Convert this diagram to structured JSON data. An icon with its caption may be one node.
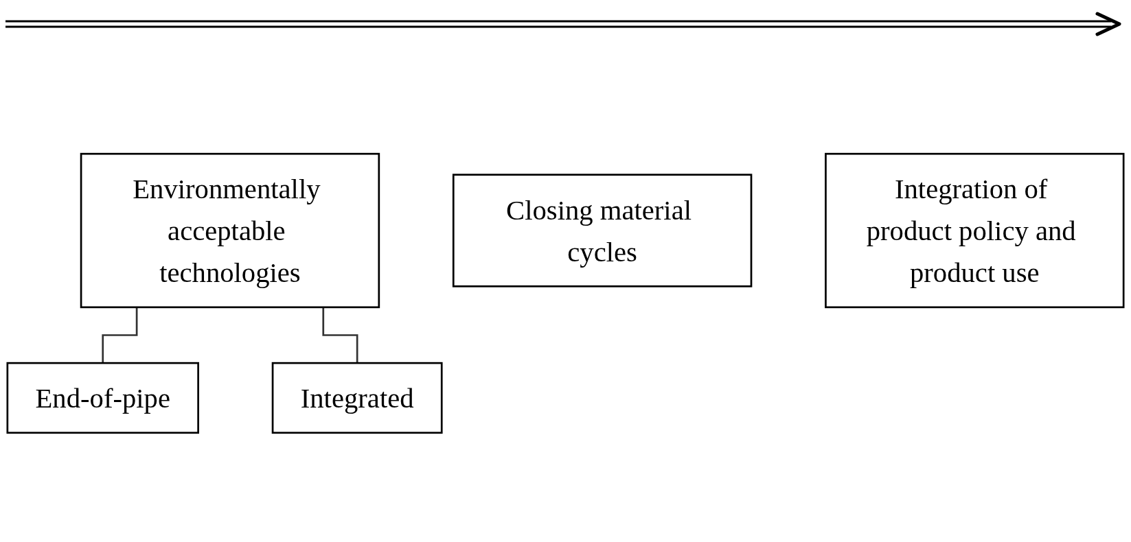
{
  "diagram": {
    "nodes": [
      {
        "text": [
          "Environmentally acceptable technologies"
        ]
      },
      {
        "text": [
          "Closing material cycles"
        ]
      },
      {
        "text": [
          "Integration of product policy and product use"
        ]
      },
      {
        "text": [
          "End-of-pipe"
        ]
      },
      {
        "text": [
          "Integrated"
        ]
      }
    ],
    "edges": [
      {
        "from": 0,
        "to": 3,
        "arrow": "none"
      },
      {
        "from": 0,
        "to": 4,
        "arrow": "none"
      }
    ]
  }
}
